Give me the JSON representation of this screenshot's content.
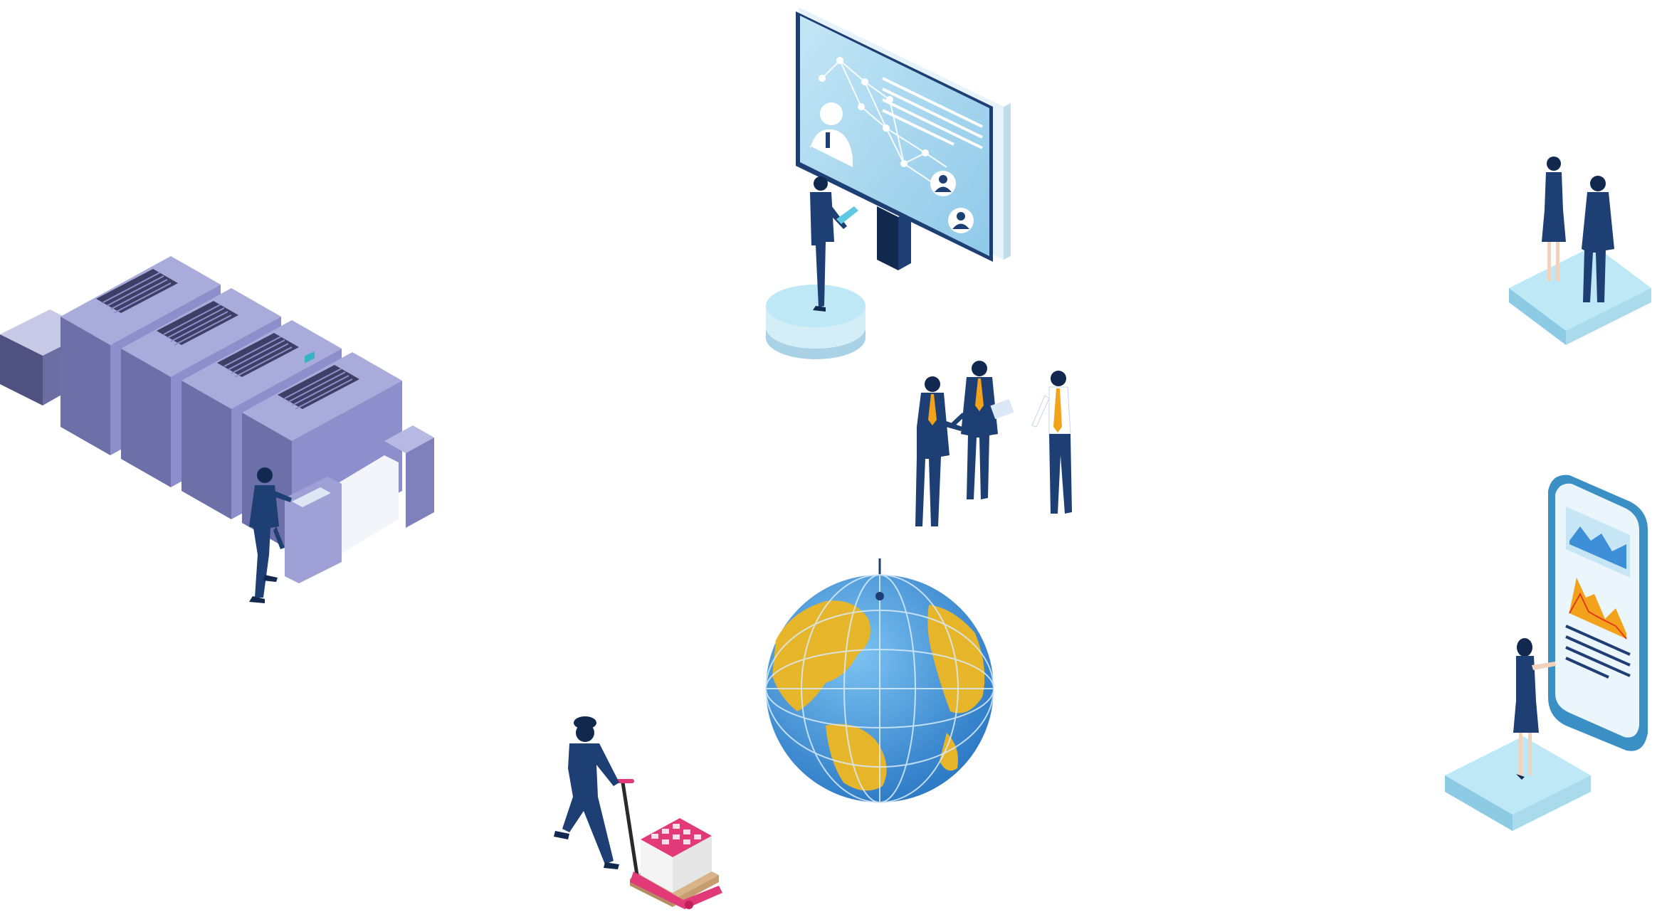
{
  "scene": {
    "type": "isometric-business-illustration",
    "colors": {
      "navy": "#1e3f73",
      "navy_dark": "#12294f",
      "press_purple": "#8d8fcc",
      "press_purple_dark": "#5d5f96",
      "screen_blue": "#a9d6ee",
      "platform_cyan": "#bfe8f7",
      "ocean_blue": "#3d8fd8",
      "land_yellow": "#e6b52a",
      "tie_orange": "#f2a21b",
      "pallet_pink": "#e23a78"
    },
    "groups": [
      {
        "name": "printing-press-with-operator"
      },
      {
        "name": "presentation-screen-with-presenter"
      },
      {
        "name": "business-meeting-trio"
      },
      {
        "name": "standing-couple-on-platform"
      },
      {
        "name": "globe"
      },
      {
        "name": "worker-with-pallet-jack"
      },
      {
        "name": "smartphone-analytics-with-woman"
      }
    ]
  }
}
